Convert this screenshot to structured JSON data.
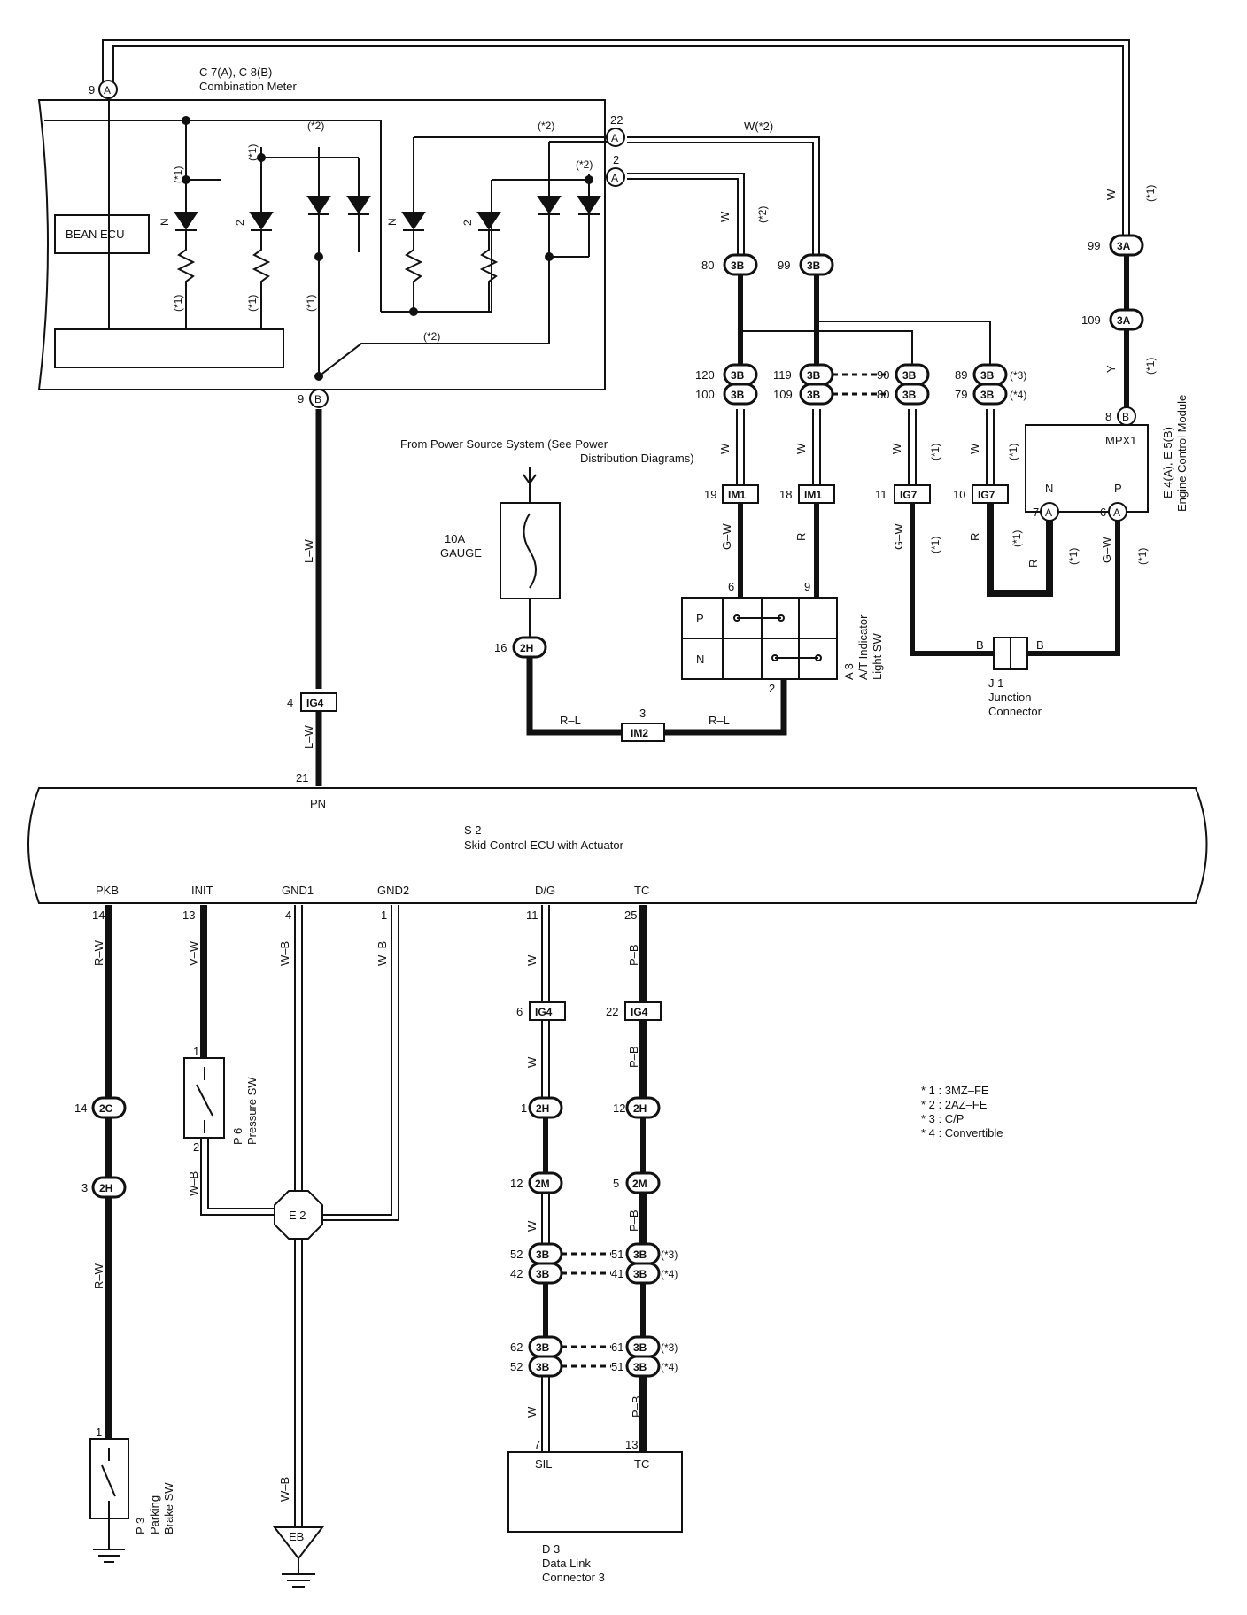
{
  "colors": {
    "ink": "#111111",
    "paper": "#ffffff"
  },
  "combination_meter": {
    "ref": "C 7(A), C 8(B)",
    "name": "Combination Meter",
    "bean_ecu": "BEAN ECU",
    "pins": {
      "top": "9",
      "right_upper": "22",
      "right_lower": "2",
      "bottom": "9"
    },
    "connector_a": "A",
    "connector_b": "B",
    "led_labels": {
      "n1": "N",
      "two1": "2",
      "n2": "N",
      "two2": "2"
    },
    "notes": {
      "star1": "(*1)",
      "star2": "(*2)"
    }
  },
  "wire_colors": {
    "w": "W",
    "w_star2": "W(*2)",
    "lw": "L–W",
    "gw": "G–W",
    "r": "R",
    "y": "Y",
    "rl": "R–L",
    "rw": "R–W",
    "vw": "V–W",
    "wb": "W–B",
    "pb": "P–B"
  },
  "connectors": {
    "c3a": "3A",
    "c3b": "3B",
    "im1": "IM1",
    "ig7": "IG7",
    "ig4": "IG4",
    "c2h": "2H",
    "im2": "IM2",
    "c2c": "2C",
    "c2m": "2M",
    "e2": "E 2",
    "eb": "EB"
  },
  "pin_numbers": {
    "p99": "99",
    "p109": "109",
    "p8": "8",
    "p80": "80",
    "p120": "120",
    "p100": "100",
    "p119": "119",
    "p90": "90",
    "p89": "89",
    "p79": "79",
    "p19": "19",
    "p18": "18",
    "p11": "11",
    "p10": "10",
    "p7": "7",
    "p6": "6",
    "p9": "9",
    "p2": "2",
    "p3": "3",
    "p16": "16",
    "p4": "4",
    "p21": "21",
    "p14": "14",
    "p13": "13",
    "p1": "1",
    "p25": "25",
    "p22": "22",
    "p12": "12",
    "p5": "5",
    "p52": "52",
    "p51": "51",
    "p42": "42",
    "p41": "41",
    "p62": "62",
    "p61": "61"
  },
  "variant_notes": {
    "s1": "(*1)",
    "s2": "(*2)",
    "s3": "(*3)",
    "s4": "(*4)"
  },
  "ecm": {
    "ref": "E 4(A), E 5(B)",
    "name": "Engine Control Module",
    "mpx": "MPX1",
    "n": "N",
    "p": "P",
    "conn_a": "A",
    "conn_b": "B"
  },
  "power_source": {
    "line1": "From Power Source System (See Power",
    "line2": "Distribution Diagrams)",
    "fuse_amp": "10A",
    "fuse_name": "GAUGE"
  },
  "at_indicator": {
    "ref": "A 3",
    "line1": "A/T Indicator",
    "line2": "Light SW",
    "p": "P",
    "n": "N"
  },
  "junction": {
    "ref": "J 1",
    "line1": "Junction",
    "line2": "Connector",
    "b": "B"
  },
  "skid_ecu": {
    "ref": "S 2",
    "name": "Skid Control ECU with Actuator",
    "pn": "PN",
    "pkb": "PKB",
    "init": "INIT",
    "gnd1": "GND1",
    "gnd2": "GND2",
    "dg": "D/G",
    "tc": "TC"
  },
  "pressure_sw": {
    "ref": "P 6",
    "name": "Pressure SW"
  },
  "parking_brake": {
    "ref": "P 3",
    "line1": "Parking",
    "line2": "Brake SW"
  },
  "dlc": {
    "ref": "D 3",
    "line1": "Data Link",
    "line2": "Connector 3",
    "sil": "SIL",
    "tc": "TC"
  },
  "legend": [
    "* 1 : 3MZ–FE",
    "* 2 : 2AZ–FE",
    "* 3 : C/P",
    "* 4 : Convertible"
  ]
}
